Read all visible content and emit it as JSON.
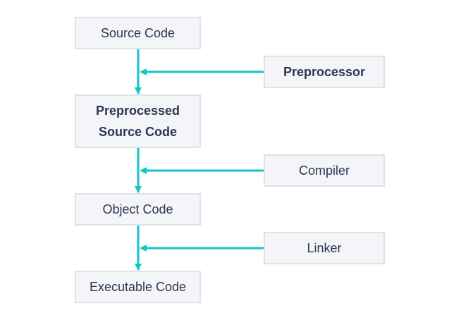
{
  "diagram": {
    "colors": {
      "arrow": "#15c4c4",
      "box_fill": "#f4f5f9",
      "box_border": "#dfe2ea",
      "text": "#2f3451"
    },
    "stages": {
      "source": "Source Code",
      "preprocessed": "Preprocessed\nSource Code",
      "object": "Object Code",
      "executable": "Executable Code"
    },
    "tools": {
      "preprocessor": "Preprocessor",
      "compiler": "Compiler",
      "linker": "Linker"
    }
  }
}
